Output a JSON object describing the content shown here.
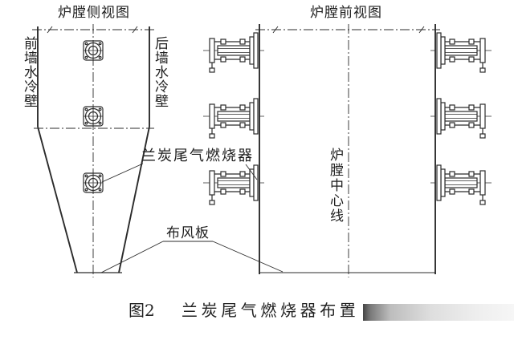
{
  "side_view": {
    "title": "炉膛侧视图",
    "front_wall_label": "前墙水冷壁",
    "rear_wall_label": "后墙水冷壁"
  },
  "front_view": {
    "title": "炉膛前视图",
    "centerline_label": "炉膛中心线"
  },
  "callouts": {
    "burner_label": "兰炭尾气燃烧器",
    "air_distributor_label": "布风板"
  },
  "caption": {
    "number": "图2",
    "text": "兰炭尾气燃烧器布置"
  },
  "colors": {
    "line": "#2b2b2b",
    "text": "#1e1e1e",
    "background": "#ffffff"
  }
}
